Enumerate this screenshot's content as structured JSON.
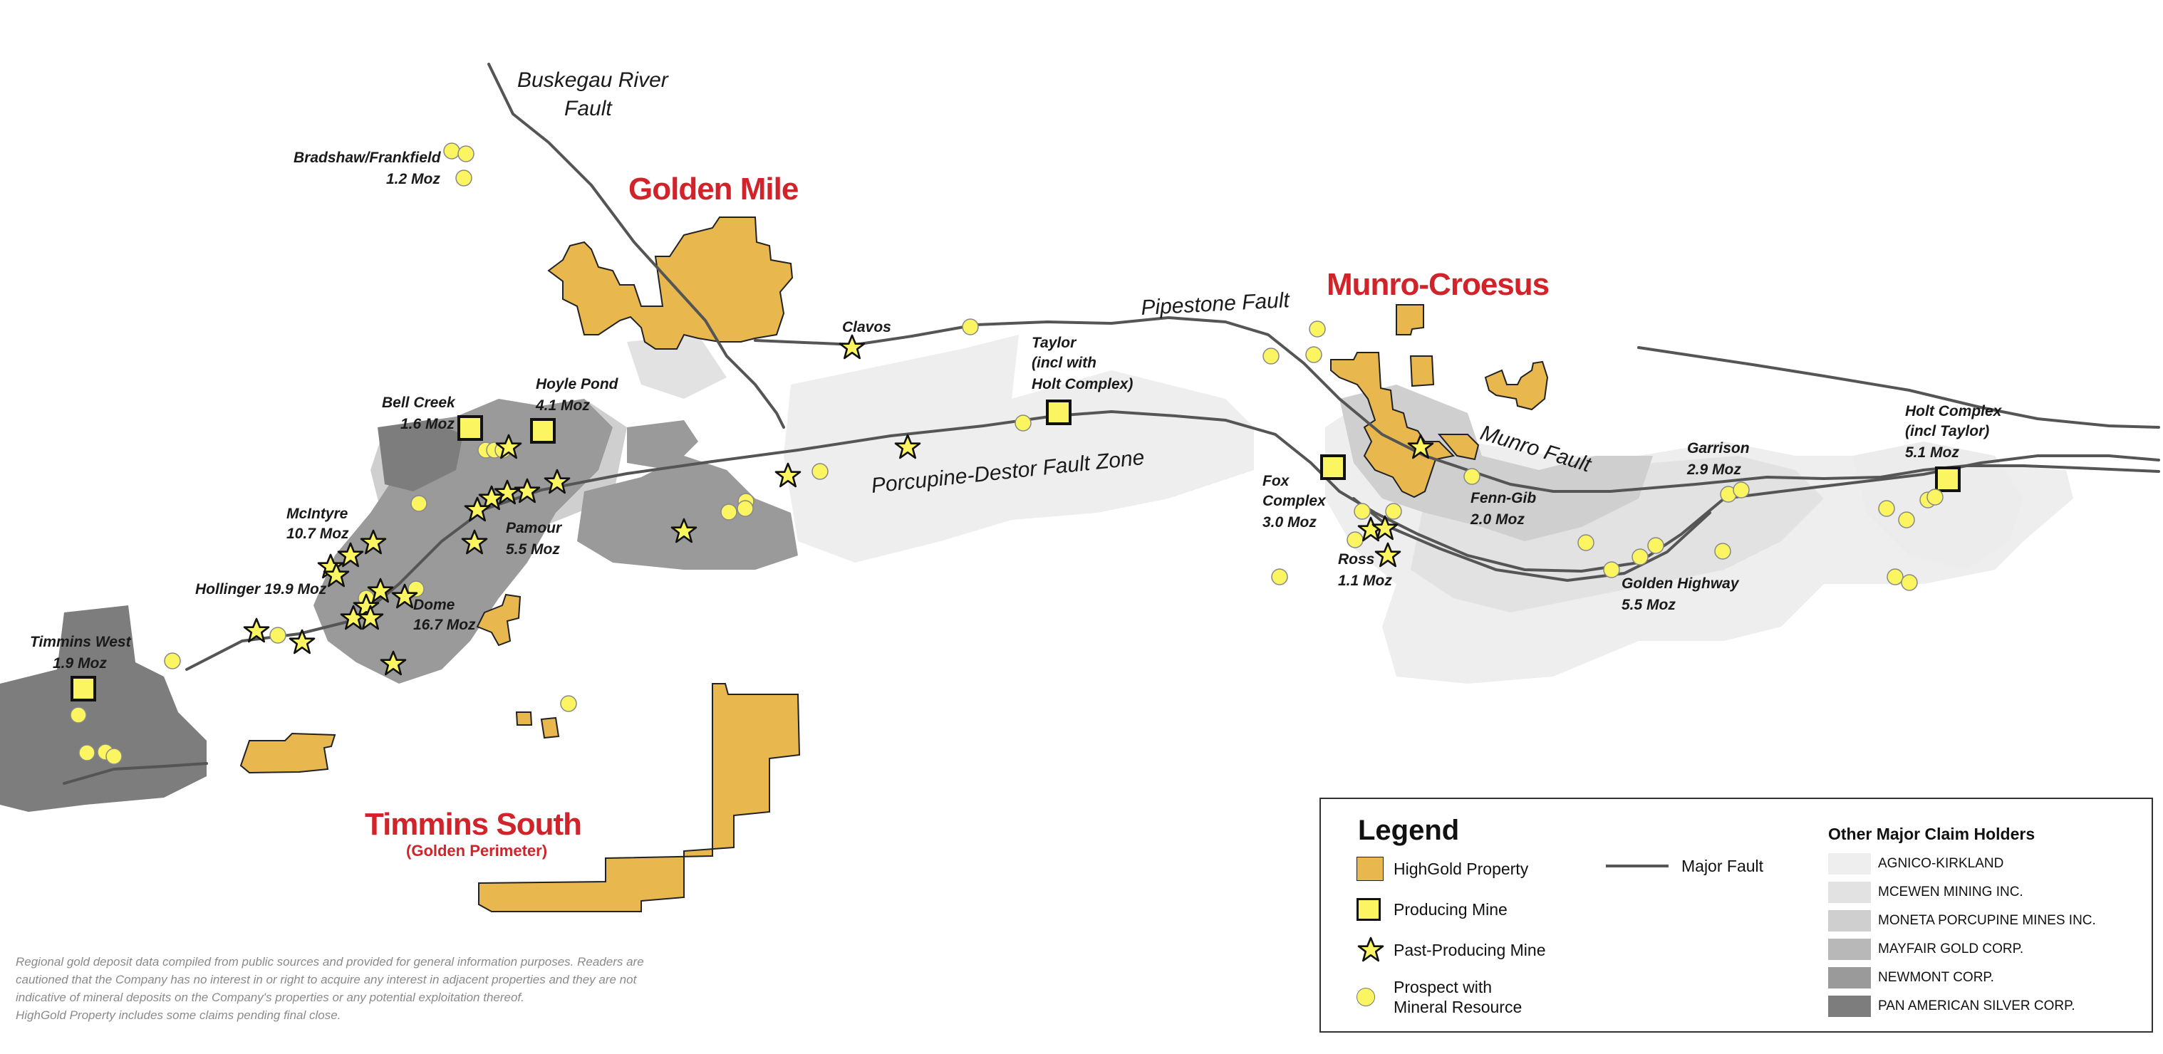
{
  "regions": {
    "golden_mile": "Golden Mile",
    "munro_croesus": "Munro-Croesus",
    "timmins_south": "Timmins South",
    "timmins_south_sub": "(Golden Perimeter)"
  },
  "faults": {
    "buskegau_line1": "Buskegau River",
    "buskegau_line2": "Fault",
    "pipestone": "Pipestone Fault",
    "porcupine_destor": "Porcupine-Destor Fault Zone",
    "munro": "Munro Fault"
  },
  "deposits": {
    "bradshaw": {
      "name": "Bradshaw/Frankfield",
      "moz": "1.2 Moz"
    },
    "bell_creek": {
      "name": "Bell Creek",
      "moz": "1.6 Moz"
    },
    "hoyle_pond": {
      "name": "Hoyle Pond",
      "moz": "4.1 Moz"
    },
    "mcintyre": {
      "name": "McIntyre",
      "moz": "10.7 Moz"
    },
    "pamour": {
      "name": "Pamour",
      "moz": "5.5 Moz"
    },
    "hollinger": {
      "name": "Hollinger 19.9 Moz"
    },
    "dome": {
      "name": "Dome",
      "moz": "16.7 Moz"
    },
    "timmins_west": {
      "name": "Timmins West",
      "moz": "1.9 Moz"
    },
    "clavos": {
      "name": "Clavos"
    },
    "taylor": {
      "line1": "Taylor",
      "line2": "(incl with",
      "line3": "Holt Complex)"
    },
    "fox": {
      "line1": "Fox",
      "line2": "Complex",
      "moz": "3.0 Moz"
    },
    "ross": {
      "name": "Ross",
      "moz": "1.1 Moz"
    },
    "fenn_gib": {
      "name": "Fenn-Gib",
      "moz": "2.0 Moz"
    },
    "golden_highway": {
      "name": "Golden Highway",
      "moz": "5.5 Moz"
    },
    "garrison": {
      "name": "Garrison",
      "moz": "2.9 Moz"
    },
    "holt": {
      "line1": "Holt Complex",
      "line2": "(incl Taylor)",
      "moz": "5.1 Moz"
    }
  },
  "disclaimer": {
    "line1": "Regional gold deposit data compiled from public sources and provided for general information purposes. Readers are",
    "line2": "cautioned that the Company has no interest in or right to acquire any interest in adjacent properties and they are not",
    "line3": "indicative of mineral deposits on the Company's properties or any potential exploitation thereof.",
    "line4": "HighGold Property includes some claims pending final close."
  },
  "legend": {
    "title": "Legend",
    "highgold_property": "HighGold Property",
    "producing_mine": "Producing Mine",
    "past_producing_mine": "Past-Producing Mine",
    "prospect": "Prospect with\nMineral Resource",
    "major_fault": "Major Fault",
    "holders_title": "Other Major Claim Holders",
    "holders": [
      {
        "name": "AGNICO-KIRKLAND",
        "color": "#eeeeee"
      },
      {
        "name": "MCEWEN MINING INC.",
        "color": "#e2e2e2"
      },
      {
        "name": "MONETA PORCUPINE MINES INC.",
        "color": "#cfcfcf"
      },
      {
        "name": "MAYFAIR GOLD CORP.",
        "color": "#b8b8b8"
      },
      {
        "name": "NEWMONT CORP.",
        "color": "#9a9a9a"
      },
      {
        "name": "PAN AMERICAN SILVER CORP.",
        "color": "#7d7d7d"
      }
    ]
  },
  "colors": {
    "highgold": "#e8b84f",
    "marker": "#fbf562",
    "region_label": "#d0232a",
    "fault": "#555555"
  }
}
